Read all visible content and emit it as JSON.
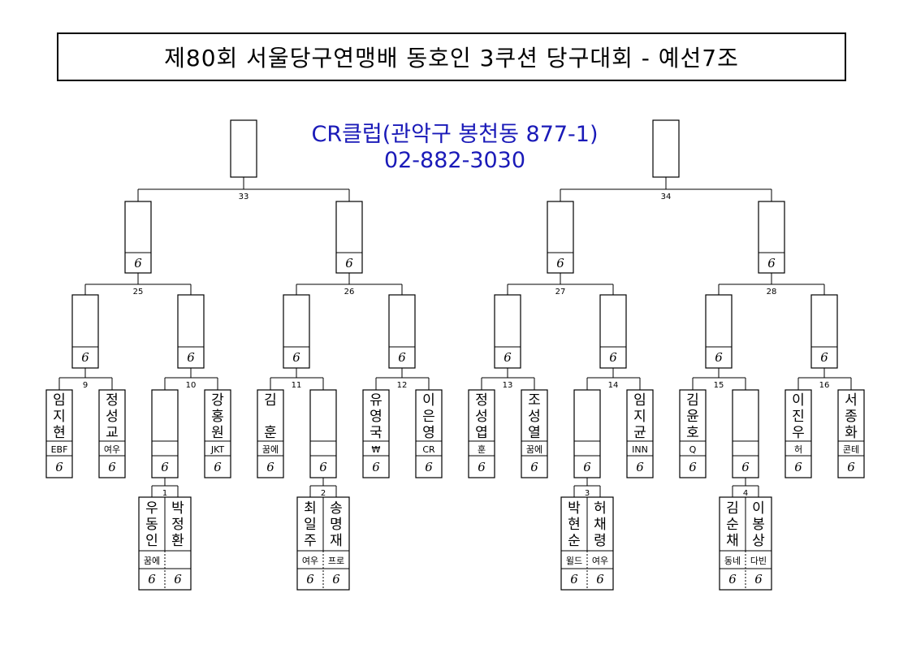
{
  "title": "제80회 서울당구연맹배 동호인 3쿠션 당구대회 - 예선7조",
  "venue": {
    "line1": "CR클럽(관악구 봉천동 877-1)",
    "line2": "02-882-3030"
  },
  "score_glyph": "6",
  "match_numbers": {
    "m1": "1",
    "m2": "2",
    "m3": "3",
    "m4": "4",
    "m9": "9",
    "m10": "10",
    "m11": "11",
    "m12": "12",
    "m13": "13",
    "m14": "14",
    "m15": "15",
    "m16": "16",
    "m25": "25",
    "m26": "26",
    "m27": "27",
    "m28": "28",
    "m33": "33",
    "m34": "34"
  },
  "round1_players": [
    {
      "name": "임지현",
      "club": "EBF"
    },
    {
      "name": "정성교",
      "club": "여우"
    },
    {
      "name": "",
      "club": ""
    },
    {
      "name": "강홍원",
      "club": "JKT"
    },
    {
      "name": "김 훈",
      "club": "꿈에"
    },
    {
      "name": "",
      "club": ""
    },
    {
      "name": "유영국",
      "club": "₩"
    },
    {
      "name": "이은영",
      "club": "CR"
    },
    {
      "name": "정성엽",
      "club": "훈"
    },
    {
      "name": "조성열",
      "club": "꿈에"
    },
    {
      "name": "",
      "club": ""
    },
    {
      "name": "임지균",
      "club": "INN"
    },
    {
      "name": "김윤호",
      "club": "Q"
    },
    {
      "name": "",
      "club": ""
    },
    {
      "name": "이진우",
      "club": "허"
    },
    {
      "name": "서종화",
      "club": "콘테"
    }
  ],
  "prelim_matches": [
    {
      "number": "1",
      "players": [
        {
          "name": "우동인",
          "club": "꿈에"
        },
        {
          "name": "박정환",
          "club": ""
        }
      ]
    },
    {
      "number": "2",
      "players": [
        {
          "name": "최일주",
          "club": "여우"
        },
        {
          "name": "송명재",
          "club": "프로"
        }
      ]
    },
    {
      "number": "3",
      "players": [
        {
          "name": "박현순",
          "club": "윌드"
        },
        {
          "name": "허채령",
          "club": "여우"
        }
      ]
    },
    {
      "number": "4",
      "players": [
        {
          "name": "김순채",
          "club": "동네"
        },
        {
          "name": "이봉상",
          "club": "다빈"
        }
      ]
    }
  ]
}
